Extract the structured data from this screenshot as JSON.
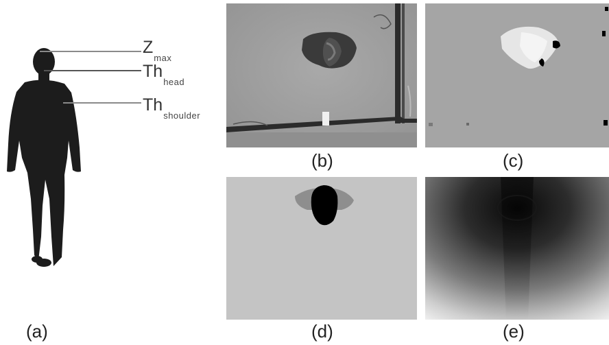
{
  "panels": {
    "a": {
      "caption": "(a)",
      "labels": [
        {
          "main": "Z",
          "sub": "max"
        },
        {
          "main": "Th",
          "sub": "head"
        },
        {
          "main": "Th",
          "sub": "shoulder"
        }
      ]
    },
    "b": {
      "caption": "(b)"
    },
    "c": {
      "caption": "(c)"
    },
    "d": {
      "caption": "(d)"
    },
    "e": {
      "caption": "(e)"
    }
  },
  "colors": {
    "silhouette": "#1c1c1c",
    "leader_line": "#8a8a8a",
    "depth_background": "#a5a5a5",
    "segmentation_background": "#c4c4c4",
    "segmentation_shoulder": "#8e8e8e",
    "segmentation_head": "#000000"
  }
}
